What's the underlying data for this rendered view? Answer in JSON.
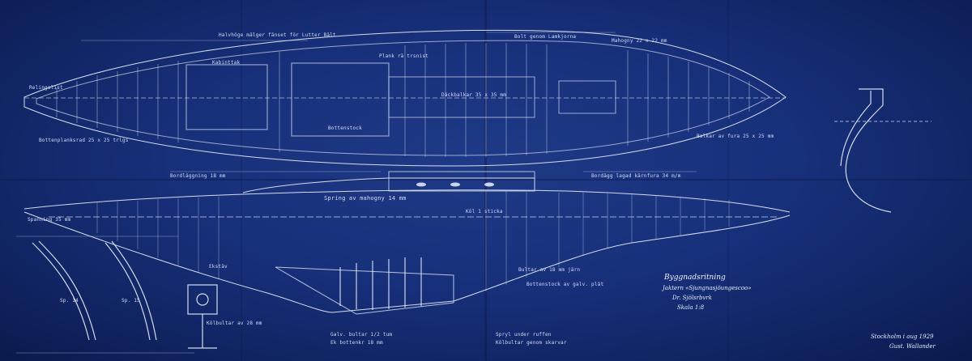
{
  "drawing": {
    "title": "Byggnadsritning",
    "subtitle_1": "Jaktern «Sjungnasjöungescoo»",
    "subtitle_2": "Dr. Sjölsrbvrk",
    "subtitle_3": "Skala 1:8",
    "place_date": "Stockholm i aug 1929",
    "signature": "Gust. Wallander"
  },
  "labels": {
    "deck_1": "Halvhöge mälger fånset för Lutter Bålt",
    "deck_2": "Bolt genom Lamkjorna",
    "deck_3": "Mahogny 22 x 22 mm",
    "deck_4": "Kabinttak",
    "deck_5": "Plank rå trsnist",
    "deck_6": "Däckbalkar 35 x 35 mm",
    "deck_7": "Bottenstock",
    "deck_8": "Relingslist",
    "hull_1": "Bottenplanksrad 25 x 25 trlgs",
    "hull_2": "Balkar av fura 25 x 25 mm",
    "hull_3": "Bordläggning 18 mm",
    "hull_4": "Bordägg lagad kärnfura 34 m/m",
    "keel_1": "Spring av mahogny 14 mm",
    "keel_2": "Bultar av 18 mm järn",
    "keel_3": "Bottenstock av galv. plåt",
    "keel_4": "Köl 1 sticka",
    "keel_5": "Ekstäv",
    "sec_1": "Spanning 35 mm",
    "sec_2": "Sp. 14",
    "sec_3": "Sp. 15",
    "sec_4": "Kölbultar av 28 mm",
    "spec_1": "Galv. bultar 1/2 tum",
    "spec_2": "Ek bottenkr 18 mm",
    "spec_3": "Spryl under ruffen",
    "spec_4": "Kölbultar genom skarvar"
  }
}
